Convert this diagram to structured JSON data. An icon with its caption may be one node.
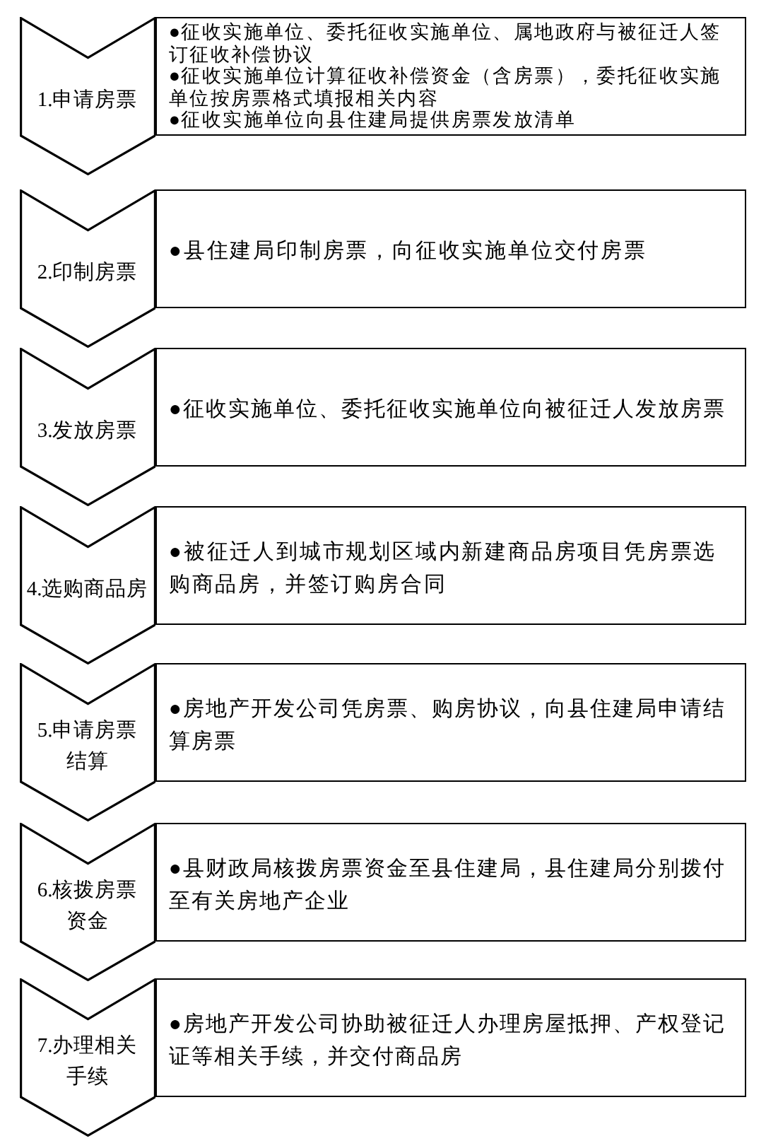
{
  "diagram": {
    "nodes": [
      {
        "text": [
          "1.申请房票"
        ]
      },
      {
        "text": [
          "●征收实施单位、委托征收实施单位、属地政府与被征迁人签订征收补偿协议",
          "●征收实施单位计算征收补偿资金（含房票），委托征收实施单位按房票格式填报相关内容",
          "●征收实施单位向县住建局提供房票发放清单"
        ]
      },
      {
        "text": [
          "2.印制房票"
        ]
      },
      {
        "text": [
          "●县住建局印制房票，向征收实施单位交付房票"
        ]
      },
      {
        "text": [
          "3.发放房票"
        ]
      },
      {
        "text": [
          "●征收实施单位、委托征收实施单位向被征迁人发放房票"
        ]
      },
      {
        "text": [
          "4.选购商品房"
        ]
      },
      {
        "text": [
          "●被征迁人到城市规划区域内新建商品房项目凭房票选购商品房，并签订购房合同"
        ]
      },
      {
        "text": [
          "5.申请房票结算"
        ]
      },
      {
        "text": [
          "●房地产开发公司凭房票、购房协议，向县住建局申请结算房票"
        ]
      },
      {
        "text": [
          "6.核拨房票资金"
        ]
      },
      {
        "text": [
          "●县财政局核拨房票资金至县住建局，县住建局分别拨付至有关房地产企业"
        ]
      },
      {
        "text": [
          "7.办理相关手续"
        ]
      },
      {
        "text": [
          "●房地产开发公司协助被征迁人办理房屋抵押、产权登记证等相关手续，并交付商品房"
        ]
      }
    ]
  }
}
